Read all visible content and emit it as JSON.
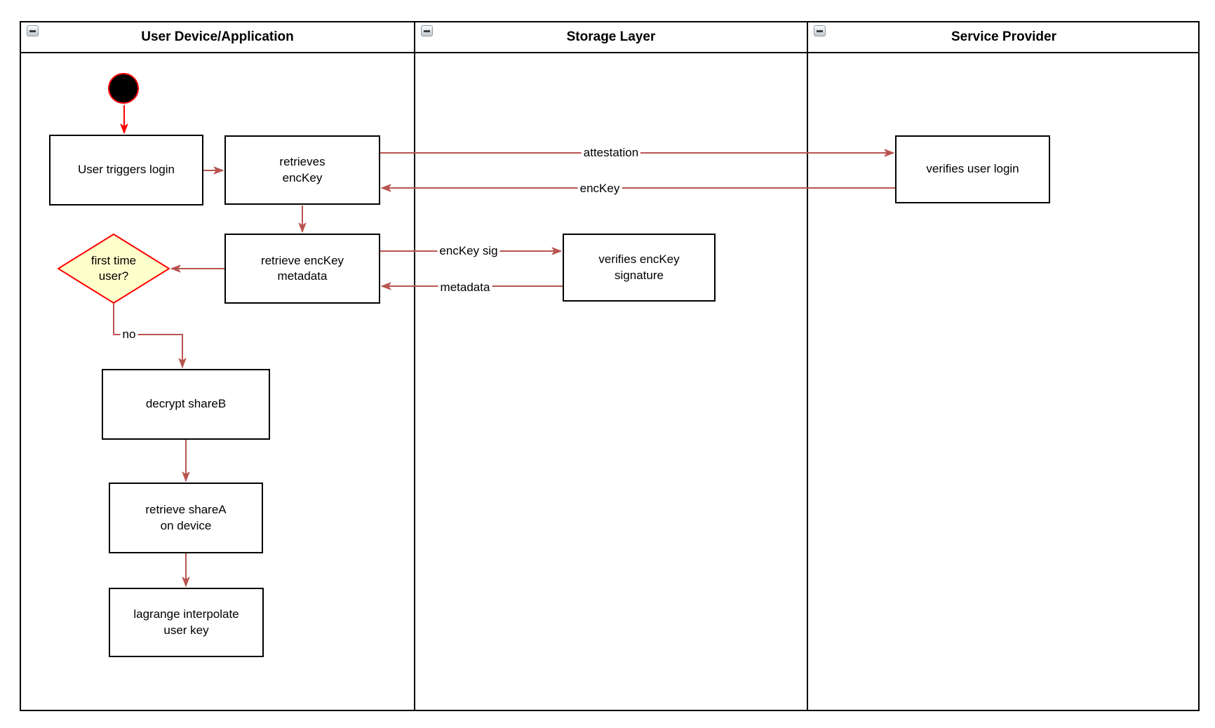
{
  "diagram": {
    "kind": "uml-activity-swimlane",
    "lanes": [
      {
        "title": "User Device/Application"
      },
      {
        "title": "Storage Layer"
      },
      {
        "title": "Service Provider"
      }
    ],
    "nodes": {
      "user_triggers_login": "User triggers login",
      "retrieves_enckey": "retrieves\nencKey",
      "retrieve_enckey_metadata": "retrieve encKey\nmetadata",
      "first_time_user": "first time\nuser?",
      "decrypt_shareb": "decrypt shareB",
      "retrieve_sharea_on_device": "retrieve shareA\non device",
      "lagrange_interpolate_user_key": "lagrange interpolate\nuser key",
      "verifies_enckey_signature": "verifies encKey\nsignature",
      "verifies_user_login": "verifies user login"
    },
    "edge_labels": {
      "attestation": "attestation",
      "enckey": "encKey",
      "enckey_sig": "encKey sig",
      "metadata": "metadata",
      "no": "no"
    },
    "colors": {
      "edge_stroke": "#B85450",
      "accent_red": "#FF0000",
      "decision_fill": "#FFFFCC",
      "node_border": "#000000",
      "collapse_icon_border": "#8E9AA6"
    }
  }
}
